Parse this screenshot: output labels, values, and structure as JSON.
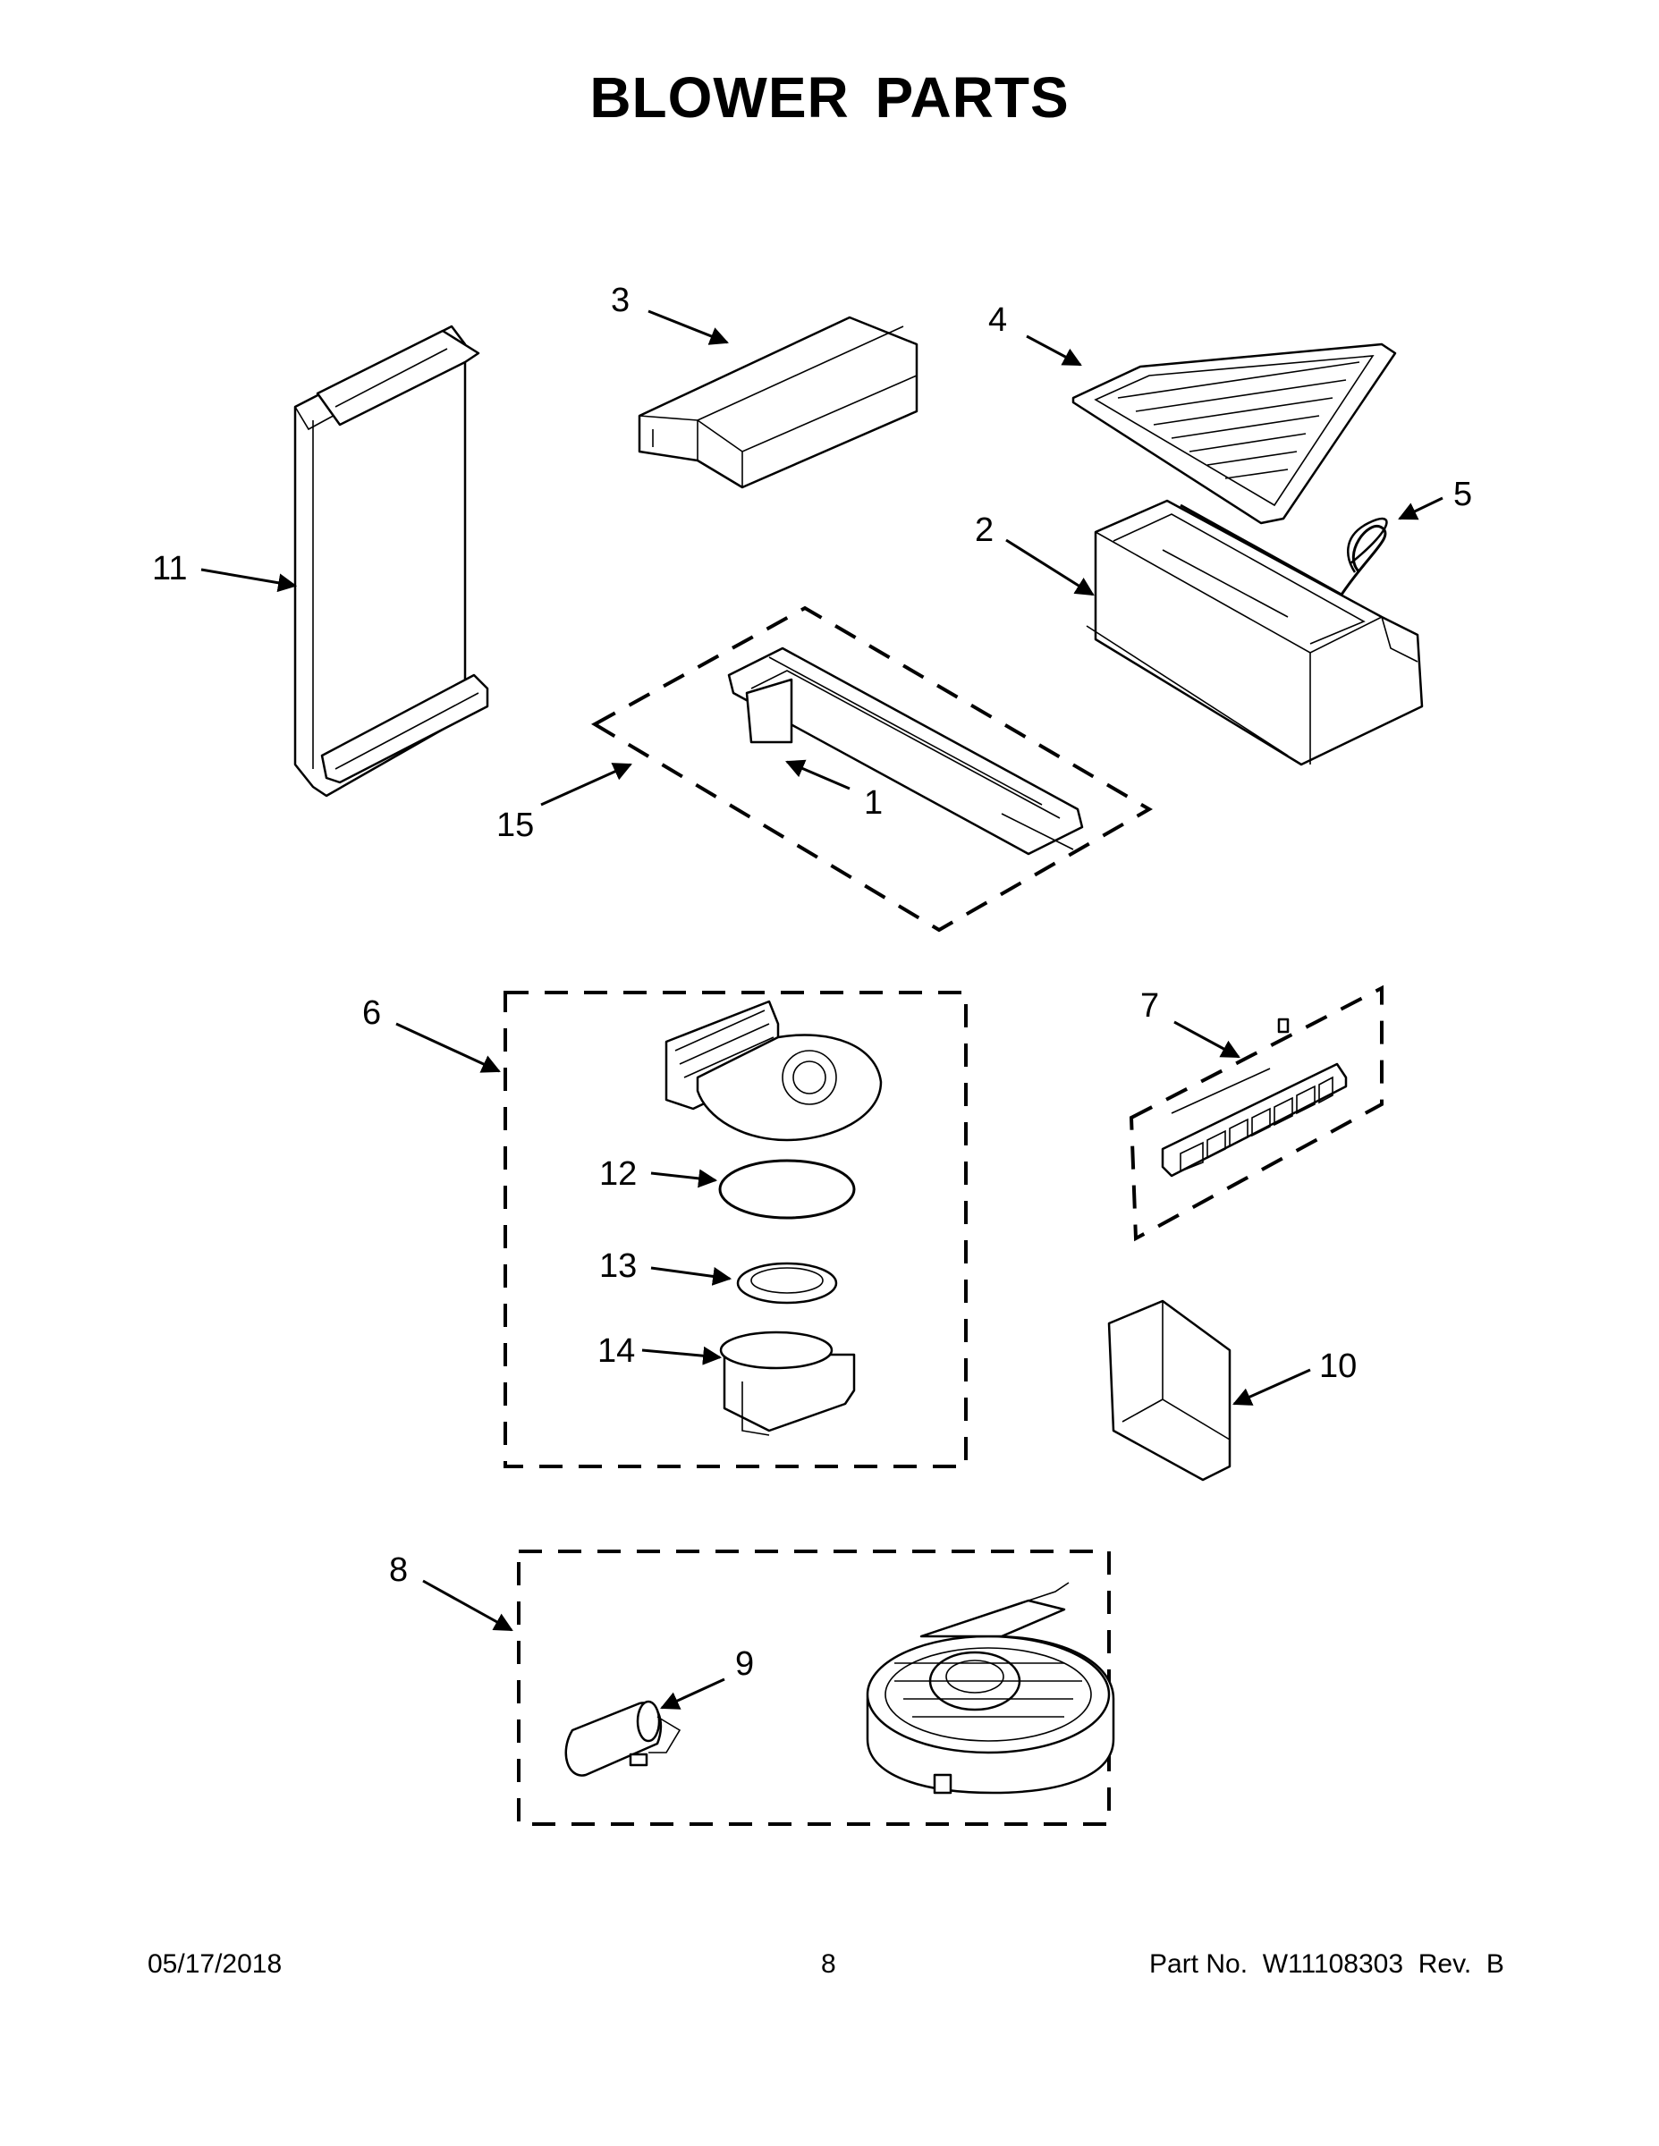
{
  "page": {
    "title": "BLOWER PARTS",
    "footer_date": "05/17/2018",
    "footer_page": "8",
    "footer_part": "Part No.  W11108303  Rev.  B"
  },
  "callouts": [
    {
      "id": "1",
      "label": "1"
    },
    {
      "id": "2",
      "label": "2"
    },
    {
      "id": "3",
      "label": "3"
    },
    {
      "id": "4",
      "label": "4"
    },
    {
      "id": "5",
      "label": "5"
    },
    {
      "id": "6",
      "label": "6"
    },
    {
      "id": "7",
      "label": "7"
    },
    {
      "id": "8",
      "label": "8"
    },
    {
      "id": "9",
      "label": "9"
    },
    {
      "id": "10",
      "label": "10"
    },
    {
      "id": "11",
      "label": "11"
    },
    {
      "id": "12",
      "label": "12"
    },
    {
      "id": "13",
      "label": "13"
    },
    {
      "id": "14",
      "label": "14"
    },
    {
      "id": "15",
      "label": "15"
    }
  ]
}
